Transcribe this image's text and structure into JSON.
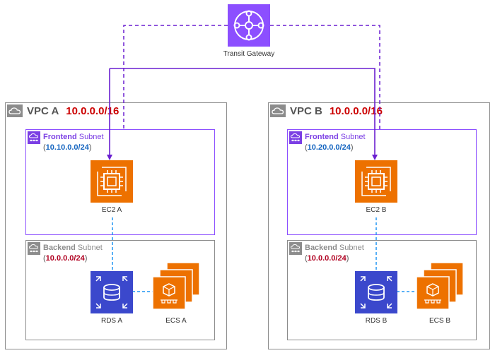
{
  "transit_gateway": {
    "label": "Transit Gateway",
    "icon": "transit-gateway-icon",
    "color": "#8c4fff"
  },
  "vpcs": [
    {
      "name": "VPC A",
      "cidr": "10.0.0.0/16",
      "frontend": {
        "name_bold": "Frontend",
        "name_rest": " Subnet",
        "cidr_open": "(",
        "cidr": "10.10.0.0/24",
        "cidr_close": ")"
      },
      "backend": {
        "name_bold": "Backend",
        "name_rest": " Subnet",
        "cidr_open": "(",
        "cidr": "10.0.0.0/24",
        "cidr_close": ")"
      },
      "ec2": "EC2 A",
      "rds": "RDS A",
      "ecs": "ECS A"
    },
    {
      "name": "VPC B",
      "cidr": "10.0.0.0/16",
      "frontend": {
        "name_bold": "Frontend",
        "name_rest": " Subnet",
        "cidr_open": "(",
        "cidr": "10.20.0.0/24",
        "cidr_close": ")"
      },
      "backend": {
        "name_bold": "Backend",
        "name_rest": " Subnet",
        "cidr_open": "(",
        "cidr": "10.0.0.0/24",
        "cidr_close": ")"
      },
      "ec2": "EC2 B",
      "rds": "RDS B",
      "ecs": "ECS B"
    }
  ],
  "colors": {
    "compute": "#ed7100",
    "database": "#3b48cc",
    "network": "#8c4fff",
    "link": "#2196f3",
    "vpc_cidr": "#cc0000"
  }
}
